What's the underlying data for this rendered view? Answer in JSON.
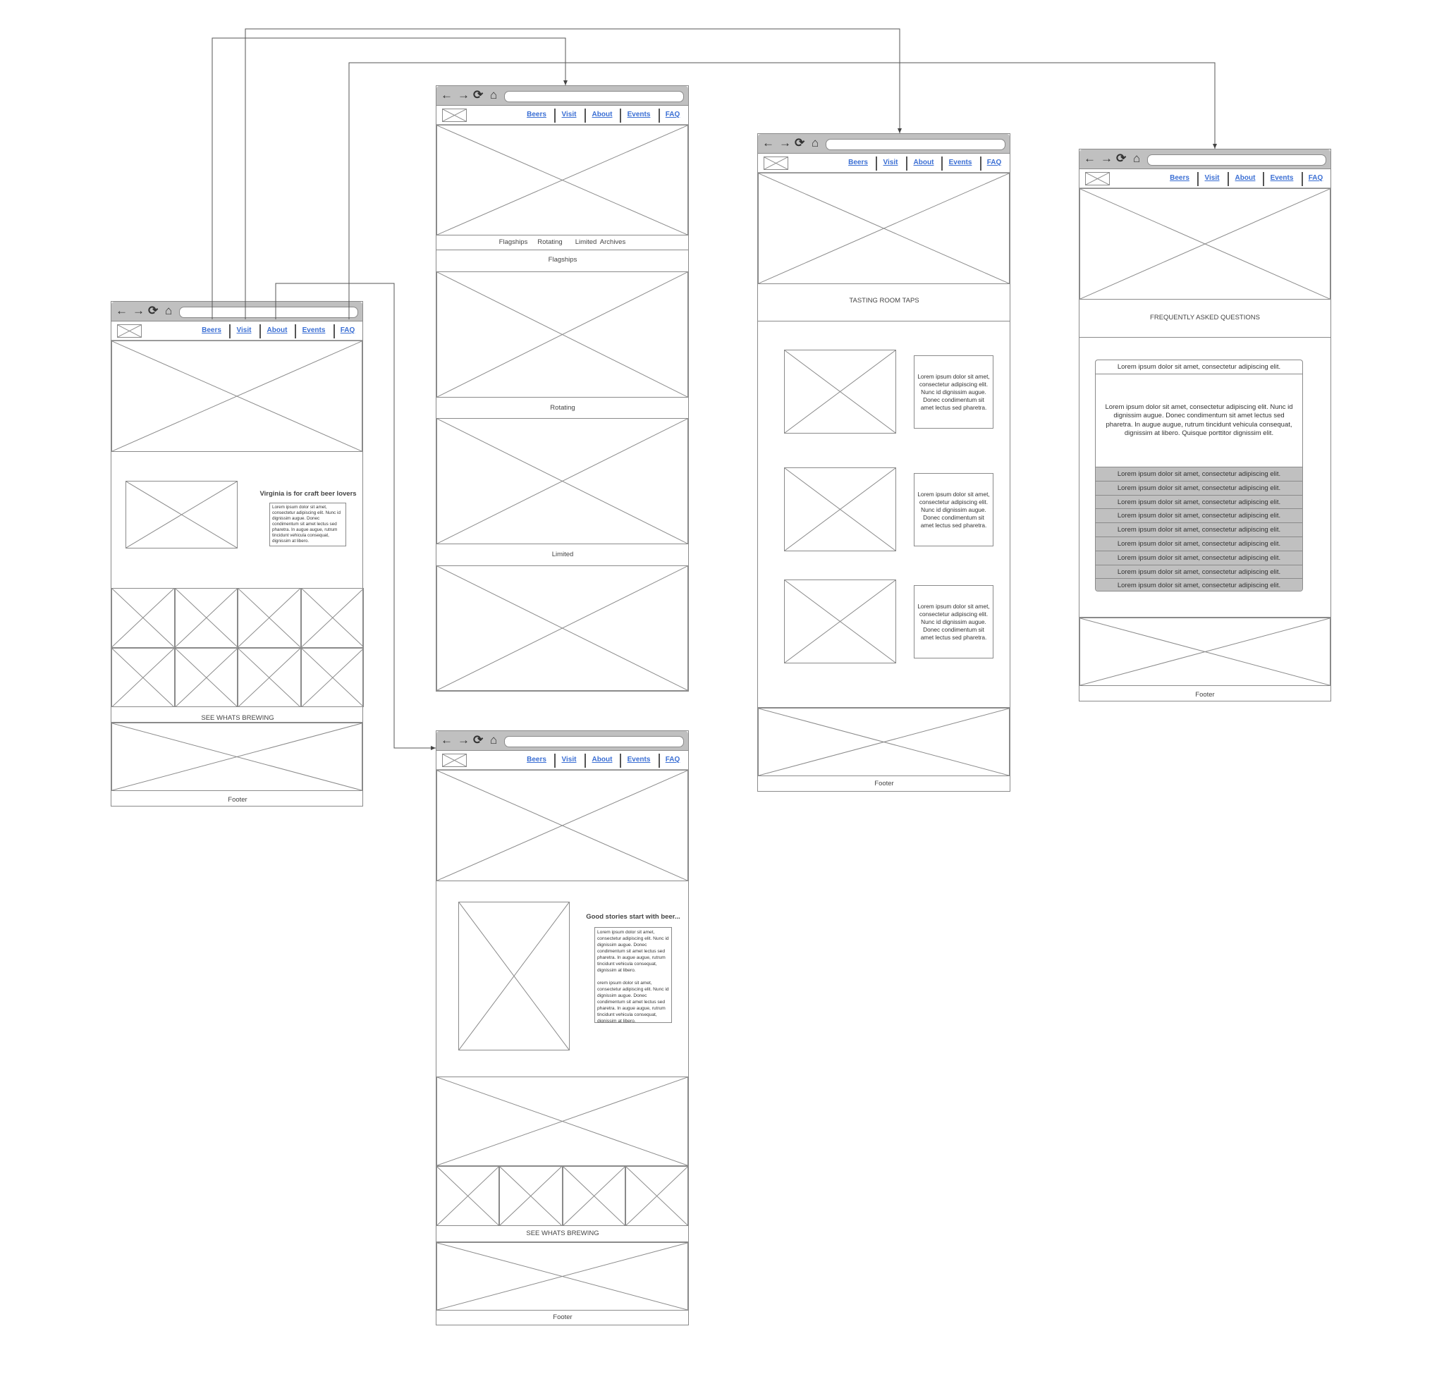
{
  "nav": {
    "items": [
      "Beers",
      "Visit",
      "About",
      "Events",
      "FAQ"
    ]
  },
  "home": {
    "intro_heading": "Virginia is for craft beer lovers",
    "intro_text": "Lorem ipsum dolor sit amet, consectetur adipiscing elit. Nunc id dignissim augue. Donec condimentum sit amet lectus sed pharetra. In augue augue, rutrum tincidunt vehicula consequat, dignissim at libero.",
    "cta": "SEE WHATS BREWING",
    "footer": "Footer"
  },
  "beers": {
    "tabs": [
      "Flagships",
      "Rotating",
      "Limited",
      "Archives"
    ],
    "sections": [
      "Flagships",
      "Rotating",
      "Limited"
    ]
  },
  "about": {
    "heading": "Good stories start with beer...",
    "paragraphs": [
      "Lorem ipsum dolor sit amet, consectetur adipiscing elit. Nunc id dignissim augue. Donec condimentum sit amet lectus sed pharetra. In augue augue, rutrum tincidunt vehicula consequat, dignissim at libero.",
      "orem ipsum dolor sit amet, consectetur adipiscing elit. Nunc id dignissim augue. Donec condimentum sit amet lectus sed pharetra. In augue augue, rutrum tincidunt vehicula consequat, dignissim at libero."
    ],
    "cta": "SEE WHATS BREWING",
    "footer": "Footer"
  },
  "visit": {
    "title": "TASTING ROOM TAPS",
    "items": [
      "Lorem ipsum dolor sit amet, consectetur adipiscing elit. Nunc id dignissim augue. Donec condimentum sit amet lectus sed pharetra.",
      "Lorem ipsum dolor sit amet, consectetur adipiscing elit. Nunc id dignissim augue. Donec condimentum sit amet lectus sed pharetra.",
      "Lorem ipsum dolor sit amet, consectetur adipiscing elit. Nunc id dignissim augue. Donec condimentum sit amet lectus sed pharetra."
    ],
    "footer": "Footer"
  },
  "faq": {
    "title": "FREQUENTLY ASKED QUESTIONS",
    "open_question": "Lorem ipsum dolor sit amet, consectetur adipiscing elit.",
    "open_answer": "Lorem ipsum dolor sit amet, consectetur adipiscing elit. Nunc id dignissim augue. Donec condimentum sit amet lectus sed pharetra. In augue augue, rutrum tincidunt vehicula consequat, dignissim at libero. Quisque porttitor dignissim elit.",
    "questions": [
      "Lorem ipsum dolor sit amet, consectetur adipiscing elit.",
      "Lorem ipsum dolor sit amet, consectetur adipiscing elit.",
      "Lorem ipsum dolor sit amet, consectetur adipiscing elit.",
      "Lorem ipsum dolor sit amet, consectetur adipiscing elit.",
      "Lorem ipsum dolor sit amet, consectetur adipiscing elit.",
      "Lorem ipsum dolor sit amet, consectetur adipiscing elit.",
      "Lorem ipsum dolor sit amet, consectetur adipiscing elit.",
      "Lorem ipsum dolor sit amet, consectetur adipiscing elit.",
      "Lorem ipsum dolor sit amet, consectetur adipiscing elit."
    ],
    "footer": "Footer"
  },
  "icons": {
    "back": "arrow-left",
    "forward": "arrow-right",
    "reload": "reload",
    "home": "home"
  },
  "colors": {
    "link": "#3b6fd4",
    "chrome": "#c0c0c0",
    "faq_row": "#c0c0c0",
    "stroke": "#8a8a8a"
  }
}
